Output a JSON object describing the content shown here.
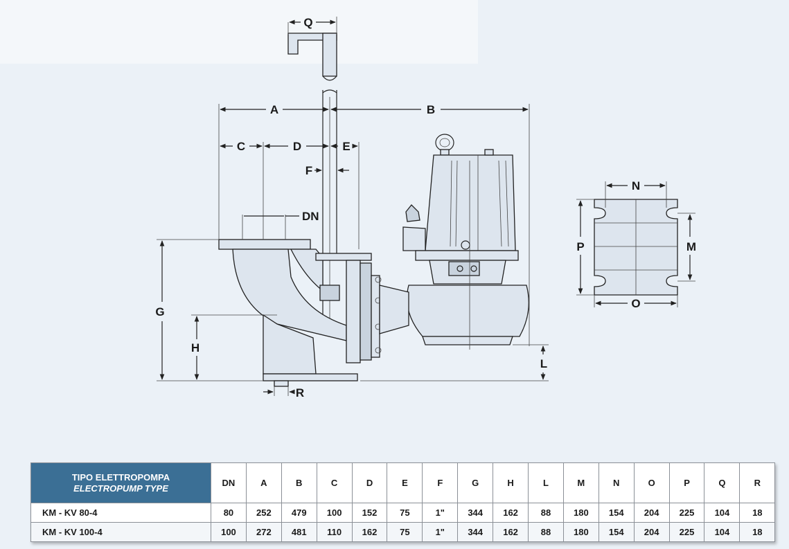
{
  "diagram": {
    "labels": {
      "q": "Q",
      "a": "A",
      "b": "B",
      "c": "C",
      "d": "D",
      "e": "E",
      "f": "F",
      "dn": "DN",
      "g": "G",
      "h": "H",
      "r": "R",
      "l": "L",
      "n": "N",
      "p": "P",
      "m": "M",
      "o": "O"
    }
  },
  "table": {
    "type_header": "TIPO ELETTROPOMPA",
    "type_header_en": "ELECTROPUMP TYPE",
    "columns": [
      "DN",
      "A",
      "B",
      "C",
      "D",
      "E",
      "F",
      "G",
      "H",
      "L",
      "M",
      "N",
      "O",
      "P",
      "Q",
      "R"
    ],
    "rows": [
      {
        "model": "KM - KV 80-4",
        "values": [
          "80",
          "252",
          "479",
          "100",
          "152",
          "75",
          "1\"",
          "344",
          "162",
          "88",
          "180",
          "154",
          "204",
          "225",
          "104",
          "18"
        ]
      },
      {
        "model": "KM - KV 100-4",
        "values": [
          "100",
          "272",
          "481",
          "110",
          "162",
          "75",
          "1\"",
          "344",
          "162",
          "88",
          "180",
          "154",
          "204",
          "225",
          "104",
          "18"
        ]
      }
    ]
  }
}
